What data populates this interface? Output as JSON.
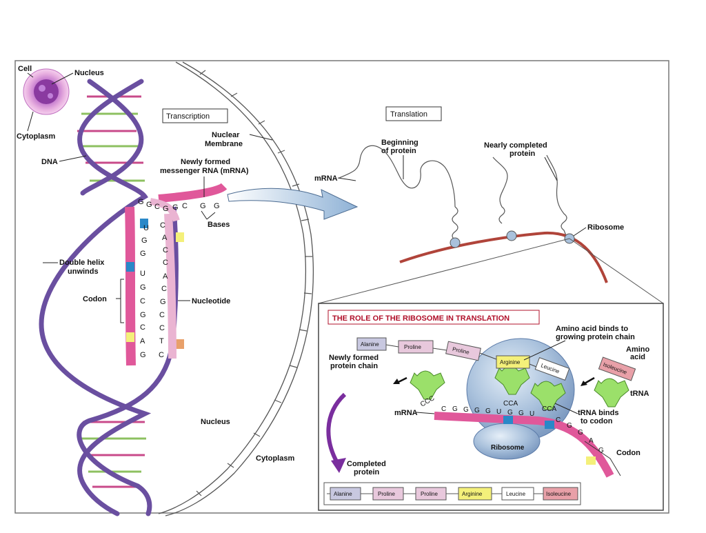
{
  "labels": {
    "cell": "Cell",
    "nucleus_top": "Nucleus",
    "cytoplasm_top": "Cytoplasm",
    "dna": "DNA",
    "transcription": "Transcription",
    "nuclear_membrane_1": "Nuclear",
    "nuclear_membrane_2": "Membrane",
    "new_mrna_1": "Newly formed",
    "new_mrna_2": "messenger RNA (mRNA)",
    "bases": "Bases",
    "double_helix_1": "Double helix",
    "double_helix_2": "unwinds",
    "codon": "Codon",
    "nucleotide": "Nucleotide",
    "nucleus_bottom": "Nucleus",
    "cytoplasm_bottom": "Cytoplasm",
    "translation": "Translation",
    "mrna": "mRNA",
    "beginning_1": "Beginning",
    "beginning_2": "of protein",
    "nearly_1": "Nearly completed",
    "nearly_2": "protein",
    "ribosome": "Ribosome"
  },
  "mrna_bases": [
    "U",
    "G",
    "G",
    "U",
    "G",
    "C",
    "G",
    "C",
    "A",
    "G"
  ],
  "dna_bases": [
    "C",
    "A",
    "C",
    "C",
    "A",
    "C",
    "G",
    "C",
    "C",
    "T",
    "C"
  ],
  "top_bases": [
    "G",
    "G",
    "C",
    "G",
    "G",
    "C",
    "G",
    "G"
  ],
  "inset": {
    "title": "THE ROLE OF THE RIBOSOME IN TRANSLATION",
    "amino_binds_1": "Amino acid binds to",
    "amino_binds_2": "growing protein chain",
    "amino_acid_1": "Amino",
    "amino_acid_2": "acid",
    "new_chain_1": "Newly formed",
    "new_chain_2": "protein chain",
    "trna": "tRNA",
    "trna_binds_1": "tRNA binds",
    "trna_binds_2": "to codon",
    "mrna": "mRNA",
    "ribosome": "Ribosome",
    "codon": "Codon",
    "completed_1": "Completed",
    "completed_2": "protein",
    "chain_amino_acids": [
      "Alanine",
      "Proline",
      "Proline",
      "Arginine",
      "Leucine"
    ],
    "free_amino_acid": "Isoleucine",
    "anticodon_1": "CCC",
    "anticodon_2": "CCA",
    "anticodon_3": "CCA",
    "mrna_letters": [
      "C",
      "G",
      "G",
      "G",
      "G",
      "U",
      "G",
      "G",
      "U",
      "C",
      "G",
      "G",
      "A",
      "G"
    ],
    "completed_protein": [
      "Alanine",
      "Proline",
      "Proline",
      "Arginine",
      "Leucine",
      "Isoleucine"
    ]
  },
  "colors": {
    "helix": "#6a4fa0",
    "mrna_pink": "#e0589a",
    "mrna_light": "#eab4d2",
    "ribosome_strand": "#b0443a",
    "arrow_purple": "#7a2e9e",
    "inset_title": "#b0102a"
  }
}
